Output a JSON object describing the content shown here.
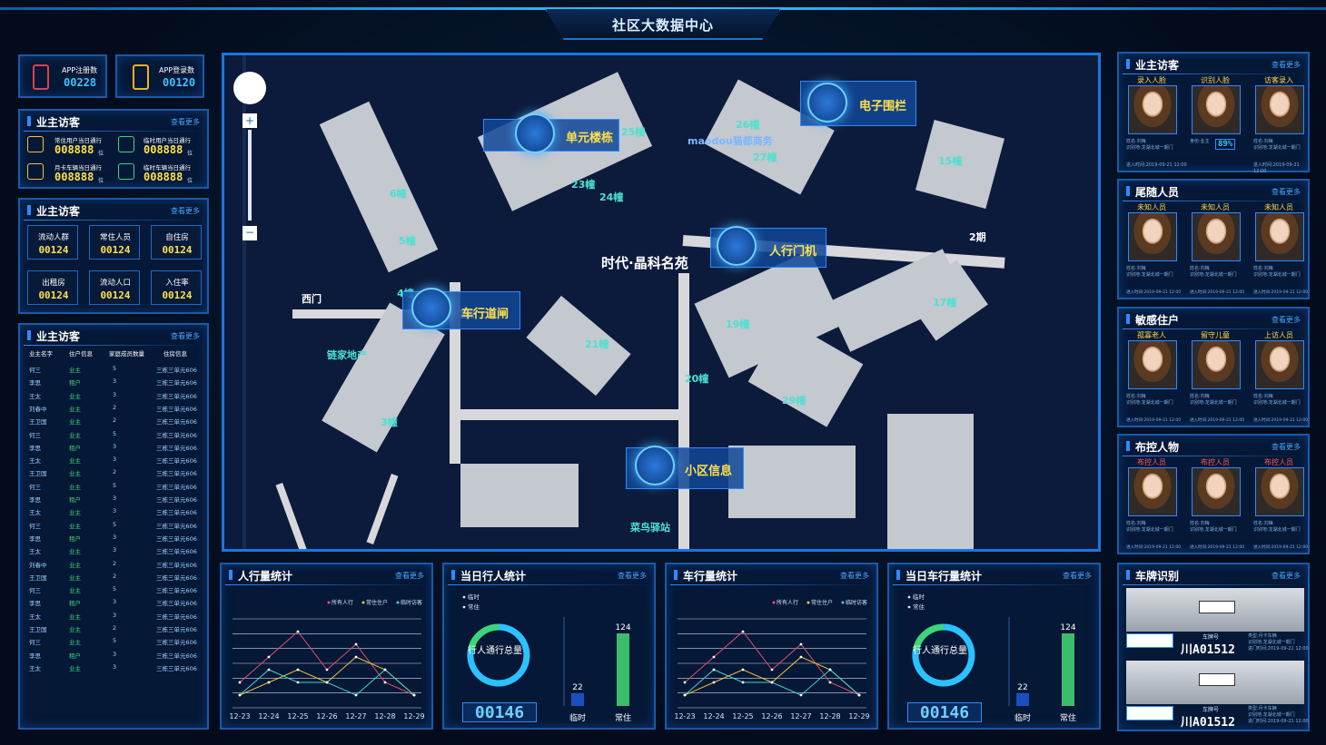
{
  "header": {
    "title": "社区大数据中心"
  },
  "app_stats": [
    {
      "label": "APP注册数",
      "value": "00228"
    },
    {
      "label": "APP登录数",
      "value": "00120"
    }
  ],
  "owner_stats": {
    "title": "业主访客",
    "more": "查看更多",
    "items": [
      {
        "label": "常住用户当日通行",
        "value": "008888",
        "unit": "位"
      },
      {
        "label": "临时用户当日通行",
        "value": "008888",
        "unit": "位"
      },
      {
        "label": "月卡车辆当日通行",
        "value": "008888",
        "unit": "位"
      },
      {
        "label": "临时车辆当日通行",
        "value": "008888",
        "unit": "位"
      }
    ]
  },
  "resident_stats": {
    "title": "业主访客",
    "more": "查看更多",
    "items": [
      {
        "label": "流动人群",
        "value": "00124"
      },
      {
        "label": "常住人员",
        "value": "00124"
      },
      {
        "label": "自住房",
        "value": "00124"
      },
      {
        "label": "出租房",
        "value": "00124"
      },
      {
        "label": "流动人口",
        "value": "00124"
      },
      {
        "label": "入住率",
        "value": "00124"
      }
    ]
  },
  "resident_table": {
    "title": "业主访客",
    "more": "查看更多",
    "headers": [
      "业主名字",
      "住户信息",
      "家庭成员数量",
      "住房信息"
    ],
    "rows": [
      [
        "何三",
        "业主",
        "5",
        "三栋三单元606"
      ],
      [
        "李思",
        "租户",
        "3",
        "三栋三单元606"
      ],
      [
        "王太",
        "业主",
        "3",
        "三栋三单元606"
      ],
      [
        "刘春中",
        "业主",
        "2",
        "三栋三单元606"
      ],
      [
        "王卫国",
        "业主",
        "2",
        "三栋三单元606"
      ],
      [
        "何三",
        "业主",
        "5",
        "三栋三单元606"
      ],
      [
        "李思",
        "租户",
        "3",
        "三栋三单元606"
      ],
      [
        "王太",
        "业主",
        "3",
        "三栋三单元606"
      ],
      [
        "王卫国",
        "业主",
        "2",
        "三栋三单元606"
      ],
      [
        "何三",
        "业主",
        "5",
        "三栋三单元606"
      ],
      [
        "李思",
        "租户",
        "3",
        "三栋三单元606"
      ],
      [
        "王太",
        "业主",
        "3",
        "三栋三单元606"
      ],
      [
        "何三",
        "业主",
        "5",
        "三栋三单元606"
      ],
      [
        "李思",
        "租户",
        "3",
        "三栋三单元606"
      ],
      [
        "王太",
        "业主",
        "3",
        "三栋三单元606"
      ],
      [
        "刘春中",
        "业主",
        "2",
        "三栋三单元606"
      ],
      [
        "王卫国",
        "业主",
        "2",
        "三栋三单元606"
      ],
      [
        "何三",
        "业主",
        "5",
        "三栋三单元606"
      ],
      [
        "李思",
        "租户",
        "3",
        "三栋三单元606"
      ],
      [
        "王太",
        "业主",
        "3",
        "三栋三单元606"
      ],
      [
        "王卫国",
        "业主",
        "2",
        "三栋三单元606"
      ],
      [
        "何三",
        "业主",
        "5",
        "三栋三单元606"
      ],
      [
        "李思",
        "租户",
        "3",
        "三栋三单元606"
      ],
      [
        "王太",
        "业主",
        "3",
        "三栋三单元606"
      ]
    ]
  },
  "map": {
    "center_label": "时代·晶科名苑",
    "tags": [
      {
        "label": "单元楼栋",
        "icon": "building-icon"
      },
      {
        "label": "电子围栏",
        "icon": "fence-icon"
      },
      {
        "label": "人行门机",
        "icon": "person-icon"
      },
      {
        "label": "车行道闸",
        "icon": "car-icon"
      },
      {
        "label": "小区信息",
        "icon": "clipboard-icon"
      }
    ],
    "labels": [
      "25幢",
      "maodou猫都商务",
      "26幢",
      "27幢",
      "15幢",
      "23幢",
      "24幢",
      "6幢",
      "5幢",
      "2期",
      "西门",
      "4幢",
      "17幢",
      "19幢",
      "21幢",
      "链家地产",
      "20幢",
      "29幢",
      "3幢",
      "菜鸟驿站"
    ]
  },
  "visitors": {
    "title": "业主访客",
    "more": "查看更多",
    "labels": [
      "录入人脸",
      "识别人脸",
      "访客录入"
    ],
    "similarity": "89%",
    "meta": [
      "姓名:刘梅",
      "身份:业主",
      "姓名:刘梅"
    ],
    "meta2": [
      "识别地:龙湖北城一期门",
      "",
      "识别地:龙湖北城一期门"
    ],
    "time": "进入时间:2019-09-21  12:00"
  },
  "tailing": {
    "title": "尾随人员",
    "more": "查看更多",
    "labels": [
      "未知人员",
      "未知人员",
      "未知人员"
    ]
  },
  "sensitive": {
    "title": "敏感住户",
    "more": "查看更多",
    "labels": [
      "孤寡老人",
      "留守儿童",
      "上访人员"
    ]
  },
  "control": {
    "title": "布控人物",
    "more": "查看更多",
    "labels": [
      "布控人员",
      "布控人员",
      "布控人员"
    ]
  },
  "face_meta": {
    "line1": "姓名:刘梅",
    "line2": "识别地:龙湖北城一期门",
    "time": "进入时间:2019-09-21  12:00"
  },
  "plate": {
    "title": "车牌识别",
    "more": "查看更多",
    "items": [
      {
        "plate_label": "车牌号",
        "plate": "川A01512",
        "type": "类型:月卡车辆",
        "place": "识别地:龙湖北城一期门",
        "time": "进门时间:2019-09-21 12:00"
      },
      {
        "plate_label": "车牌号",
        "plate": "川A01512",
        "type": "类型:月卡车辆",
        "place": "识别地:龙湖北城一期门",
        "time": "进门时间:2019-09-21 12:00"
      }
    ]
  },
  "charts": {
    "pedestrian_flow": {
      "title": "人行量统计",
      "more": "查看更多"
    },
    "today_pedestrian": {
      "title": "当日行人统计",
      "more": "查看更多",
      "ring_label": "行人通行总量",
      "total": "00146"
    },
    "vehicle_flow": {
      "title": "车行量统计",
      "more": "查看更多"
    },
    "today_vehicle": {
      "title": "当日车行量统计",
      "more": "查看更多",
      "ring_label": "行人通行总量",
      "total": "00146"
    }
  },
  "chart_data": [
    {
      "type": "line",
      "x": [
        "12-23",
        "12-24",
        "12-25",
        "12-26",
        "12-27",
        "12-28",
        "12-29"
      ],
      "series": [
        {
          "name": "所有人行",
          "values": [
            2,
            4,
            6,
            3,
            5,
            2,
            1
          ]
        },
        {
          "name": "常住住户",
          "values": [
            1,
            2,
            3,
            2,
            4,
            3,
            1
          ]
        },
        {
          "name": "临时访客",
          "values": [
            1,
            3,
            2,
            2,
            1,
            3,
            1
          ]
        }
      ],
      "ylim": [
        0,
        7
      ],
      "colors": [
        "#e0506a",
        "#f0c040",
        "#3fd6c9"
      ]
    },
    {
      "type": "bar",
      "categories": [
        "临时",
        "常住"
      ],
      "values": [
        22,
        124
      ],
      "legend": [
        "临时",
        "常住"
      ],
      "colors": [
        "#1a4fc2",
        "#3bbd6a"
      ]
    },
    {
      "type": "line",
      "x": [
        "12-23",
        "12-24",
        "12-25",
        "12-26",
        "12-27",
        "12-28",
        "12-29"
      ],
      "series": [
        {
          "name": "所有人行",
          "values": [
            2,
            4,
            6,
            3,
            5,
            2,
            1
          ]
        },
        {
          "name": "常住住户",
          "values": [
            1,
            2,
            3,
            2,
            4,
            3,
            1
          ]
        },
        {
          "name": "临时访客",
          "values": [
            1,
            3,
            2,
            2,
            1,
            3,
            1
          ]
        }
      ],
      "ylim": [
        0,
        7
      ],
      "colors": [
        "#e0506a",
        "#f0c040",
        "#3fd6c9"
      ]
    },
    {
      "type": "bar",
      "categories": [
        "临时",
        "常住"
      ],
      "values": [
        22,
        124
      ],
      "legend": [
        "临时",
        "常住"
      ],
      "colors": [
        "#1a4fc2",
        "#3bbd6a"
      ]
    }
  ]
}
